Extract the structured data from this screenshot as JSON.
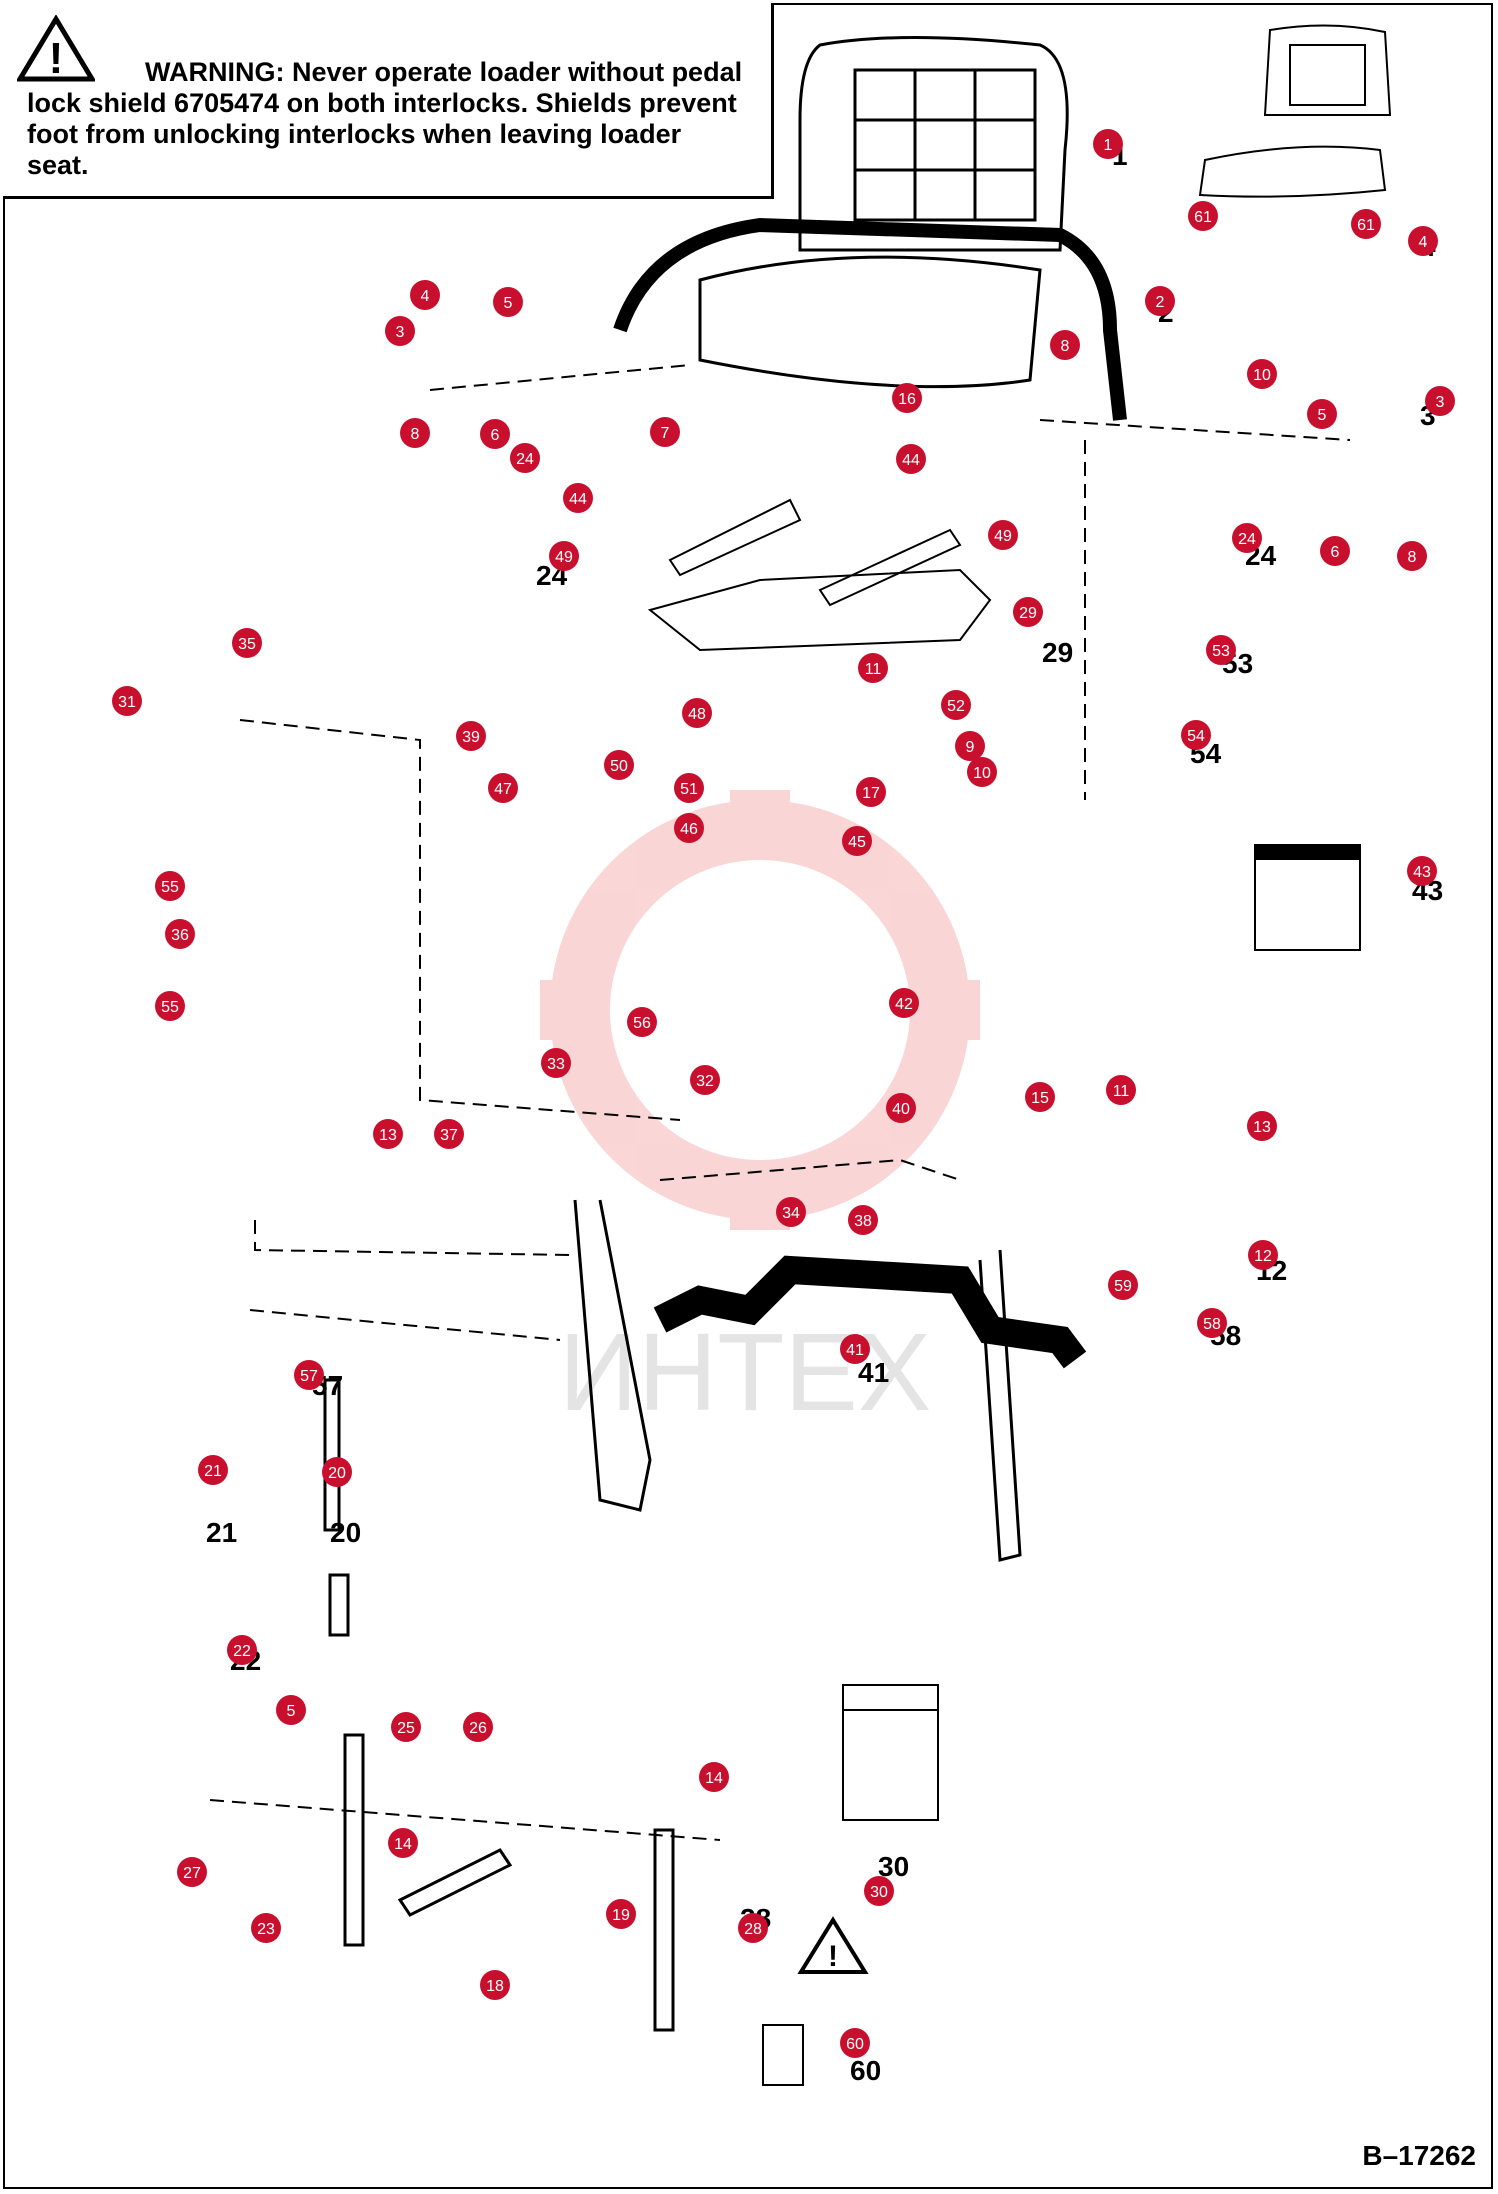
{
  "warning": {
    "text": "WARNING: Never operate loader without pedal lock shield 6705474 on both interlocks. Shields prevent foot from unlocking interlocks when leaving loader seat."
  },
  "document_code": "B–17262",
  "colors": {
    "callout": "#c8102e",
    "line": "#000000",
    "watermark": "#f3c9c9"
  },
  "watermark_text": "ИНТЕХ",
  "icons": [
    "warning-triangle-icon",
    "watermark-gear-icon"
  ],
  "callouts": [
    "1",
    "2",
    "3",
    "4",
    "5",
    "6",
    "7",
    "8",
    "10",
    "61",
    "61",
    "4",
    "3",
    "5",
    "24",
    "6",
    "8",
    "16",
    "44",
    "44",
    "49",
    "49",
    "29",
    "11",
    "53",
    "54",
    "31",
    "35",
    "39",
    "47",
    "48",
    "50",
    "51",
    "46",
    "45",
    "52",
    "9",
    "10",
    "17",
    "43",
    "55",
    "36",
    "55",
    "33",
    "56",
    "32",
    "42",
    "40",
    "15",
    "11",
    "13",
    "37",
    "13",
    "34",
    "38",
    "12",
    "59",
    "58",
    "41",
    "57",
    "21",
    "20",
    "22",
    "5",
    "25",
    "26",
    "14",
    "14",
    "27",
    "23",
    "19",
    "18",
    "28",
    "30",
    "60",
    "4",
    "8",
    "3",
    "5",
    "24",
    "6",
    "8"
  ]
}
